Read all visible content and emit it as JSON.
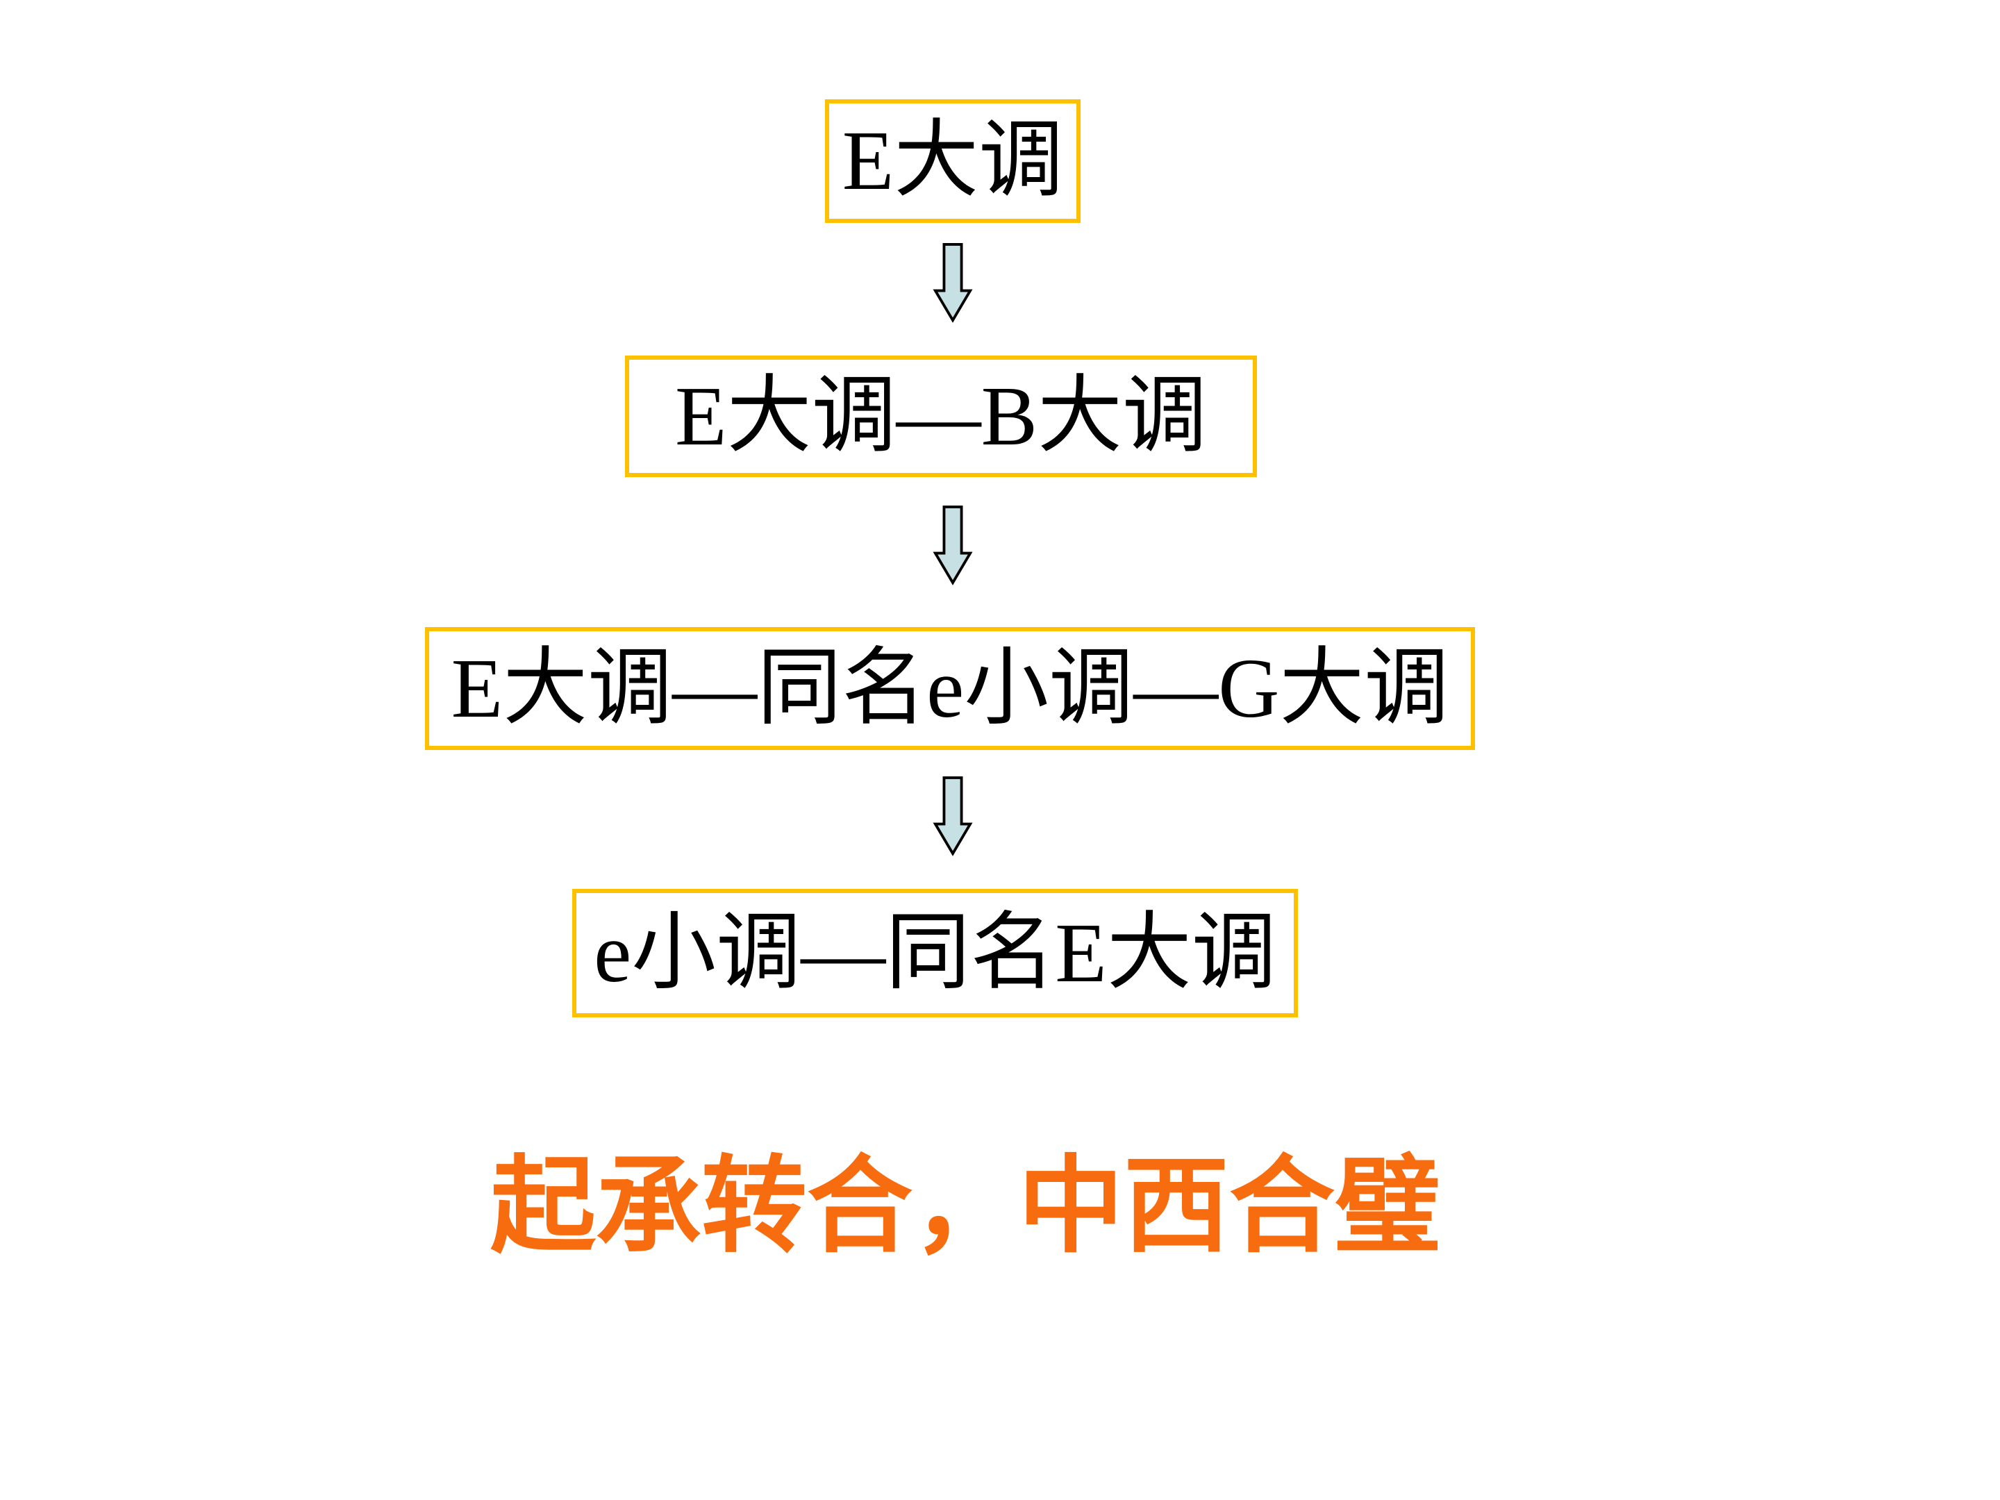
{
  "theme": {
    "background": "#FFFFFF",
    "box_border_color": "#FFC000",
    "box_text_color": "#000000",
    "arrow_fill_color": "#C6E0E4",
    "arrow_outline_color": "#000000",
    "caption_color": "#F86C10"
  },
  "flowchart": {
    "nodes": [
      {
        "label": "E大调"
      },
      {
        "label": "E大调—B大调"
      },
      {
        "label": "E大调—同名e小调—G大调"
      },
      {
        "label": "e小调—同名E大调"
      }
    ],
    "arrows": [
      {
        "name": "down-arrow"
      },
      {
        "name": "down-arrow"
      },
      {
        "name": "down-arrow"
      }
    ]
  },
  "caption": {
    "text": "起承转合，中西合璧"
  }
}
